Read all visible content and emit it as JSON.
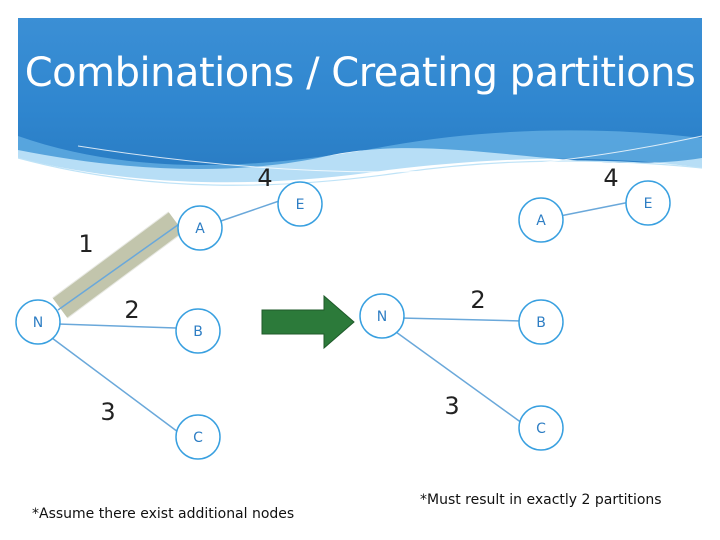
{
  "slide": {
    "title": "Combinations / Creating partitions",
    "note_left": "*Assume there exist additional nodes",
    "note_right": "*Must result in exactly 2 partitions"
  },
  "left_graph": {
    "nodes": {
      "N": "N",
      "A": "A",
      "B": "B",
      "C": "C",
      "E": "E"
    },
    "weights": {
      "n_a": "1",
      "n_b": "2",
      "n_c": "3",
      "a_e": "4"
    }
  },
  "right_graph": {
    "nodes": {
      "N": "N",
      "A": "A",
      "B": "B",
      "C": "C",
      "E": "E"
    },
    "weights": {
      "n_b": "2",
      "n_c": "3",
      "a_e": "4"
    }
  },
  "colors": {
    "header": "#2f86cf",
    "node_fill": "#ffffff",
    "node_stroke": "#39a0e0",
    "edge": "#6aa8da",
    "highlight": "#c9ccb0",
    "arrow": "#2c7a3a"
  }
}
